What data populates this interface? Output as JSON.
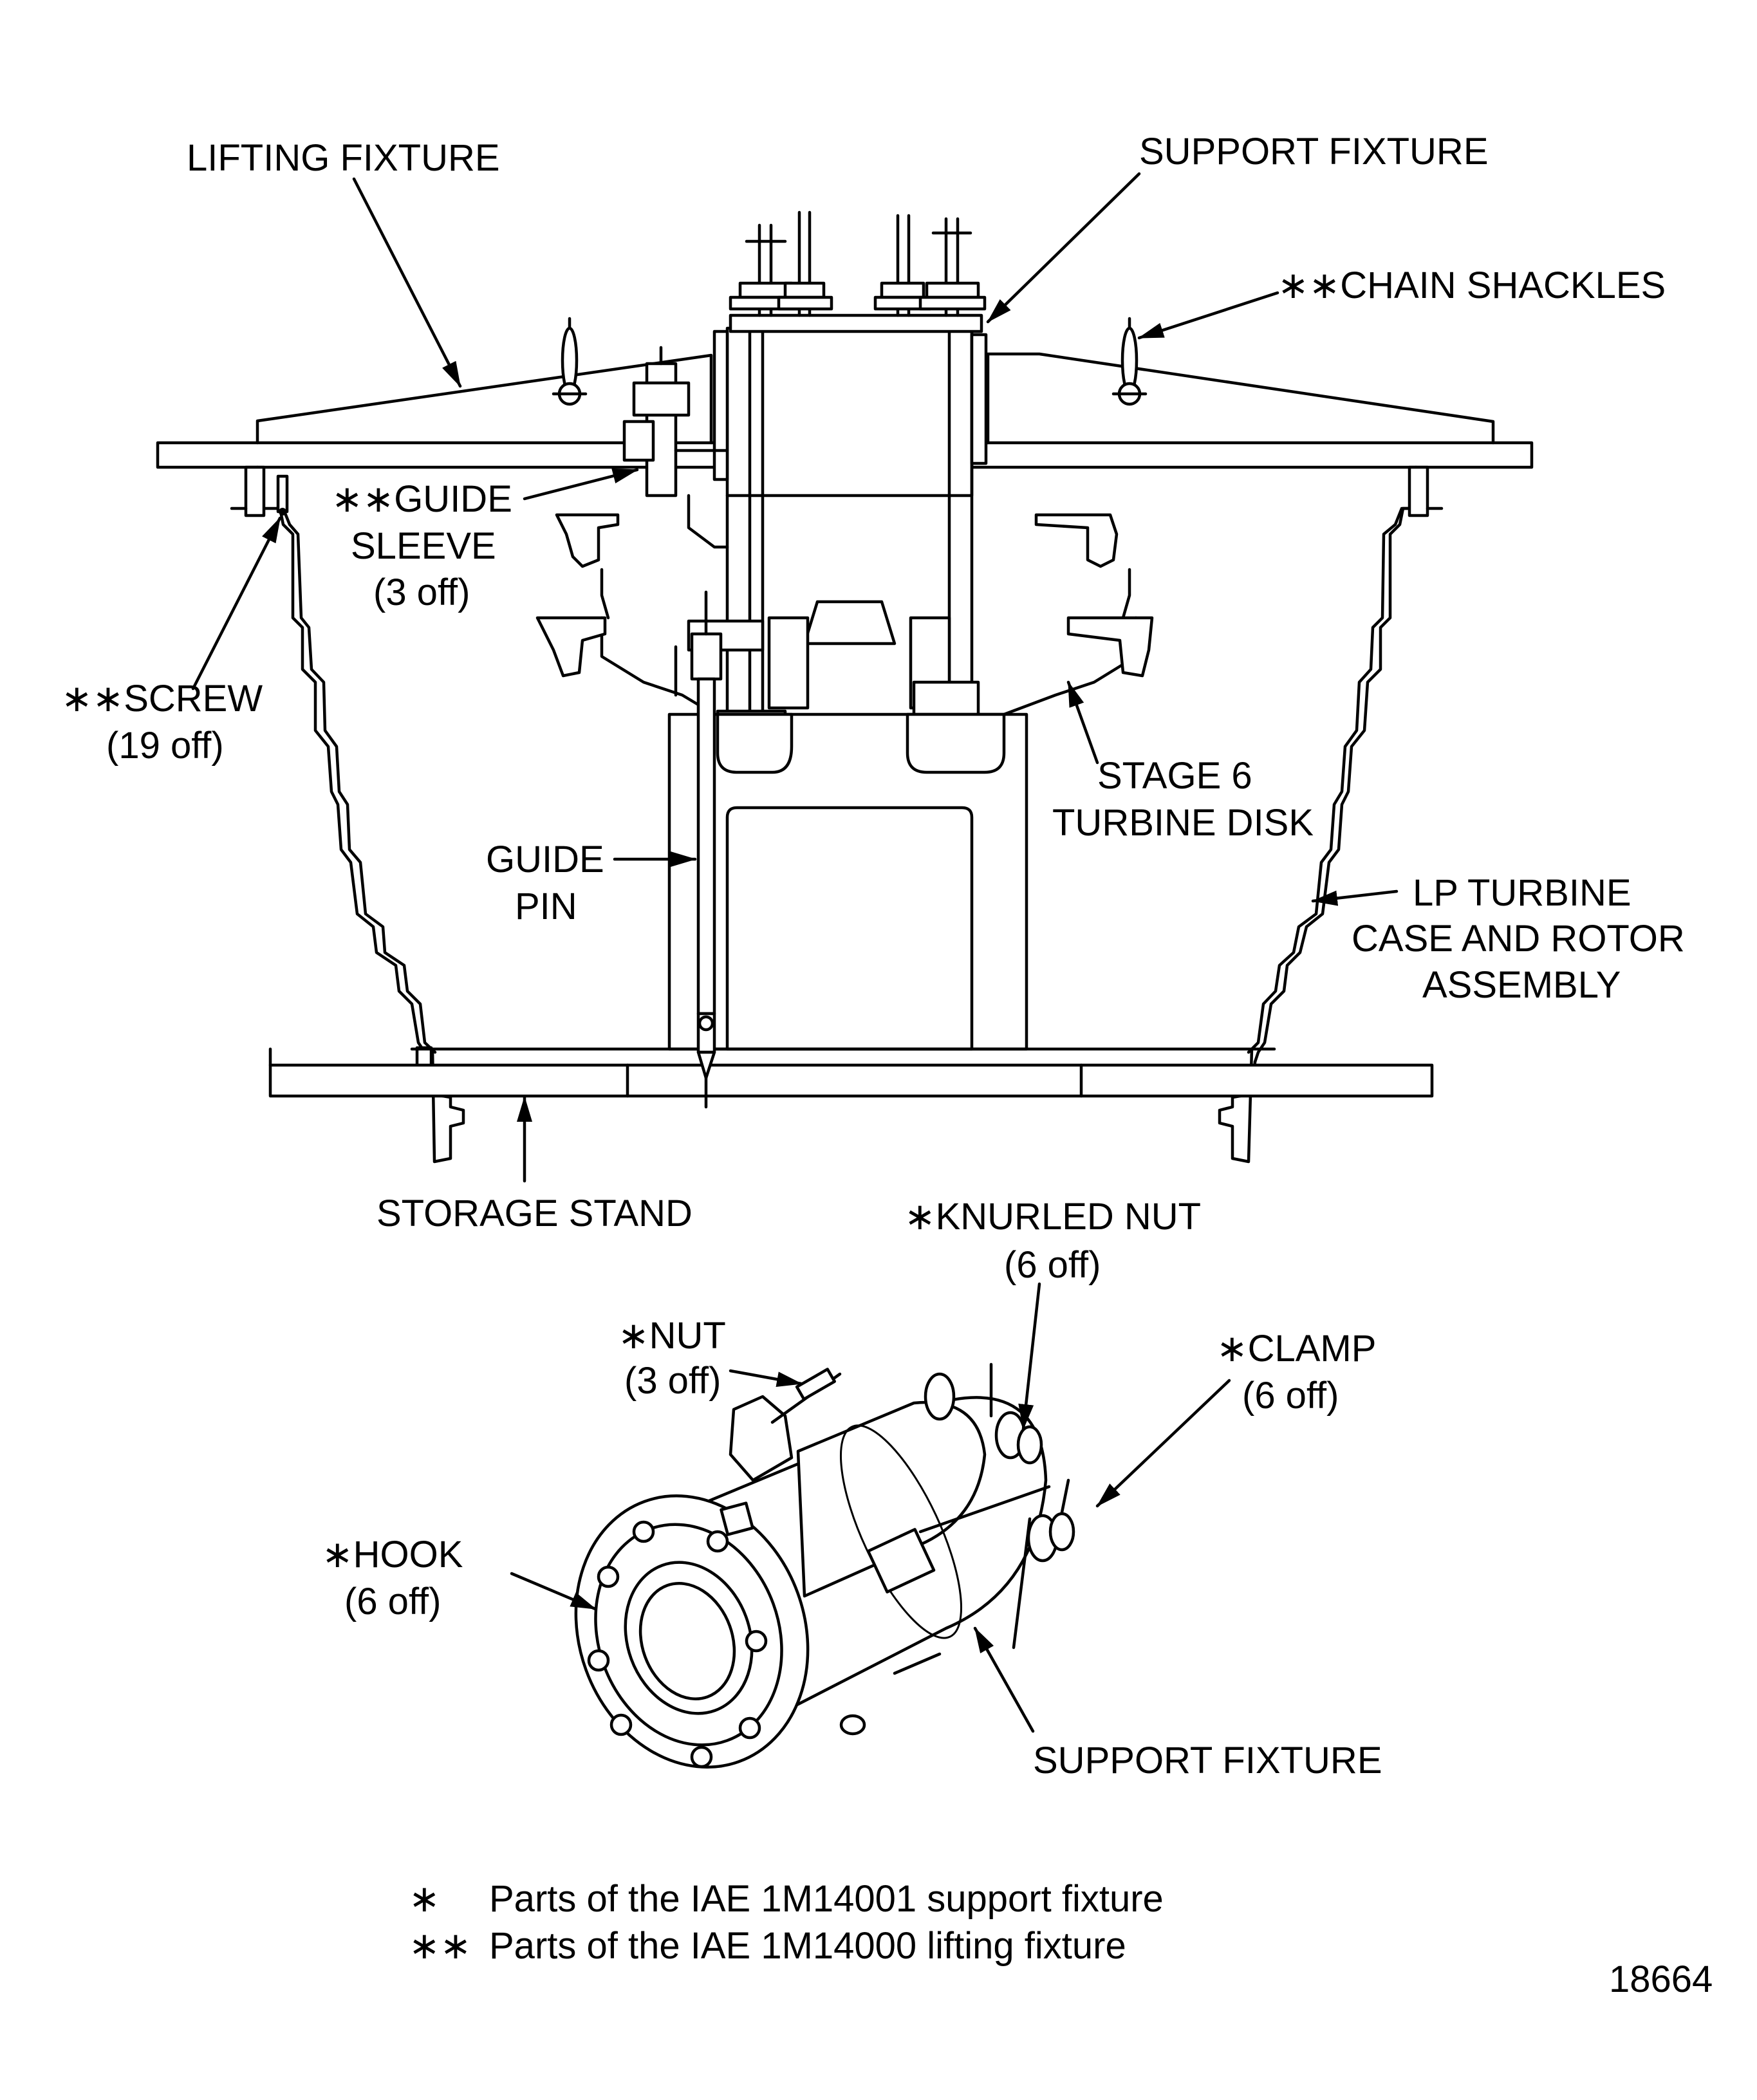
{
  "labels": {
    "lifting_fixture": "LIFTING FIXTURE",
    "support_fixture_top": "SUPPORT FIXTURE",
    "chain_shackles": "∗∗CHAIN SHACKLES",
    "guide_sleeve": [
      "∗∗GUIDE",
      "SLEEVE",
      "(3 off)"
    ],
    "screw": [
      "∗∗SCREW",
      "(19 off)"
    ],
    "stage6_disk": [
      "STAGE 6",
      "TURBINE DISK"
    ],
    "guide_pin": [
      "GUIDE",
      "PIN"
    ],
    "lp_turbine": [
      "LP TURBINE",
      "CASE AND ROTOR",
      "ASSEMBLY"
    ],
    "storage_stand": "STORAGE STAND",
    "knurled_nut": [
      "∗KNURLED NUT",
      "(6 off)"
    ],
    "nut": [
      "∗NUT",
      "(3 off)"
    ],
    "clamp": [
      "∗CLAMP",
      "(6 off)"
    ],
    "hook": [
      "∗HOOK",
      "(6 off)"
    ],
    "support_fixture_bottom": "SUPPORT FIXTURE"
  },
  "legend": [
    {
      "marker": "∗",
      "text": "Parts of the IAE 1M14001 support fixture"
    },
    {
      "marker": "∗∗",
      "text": "Parts of the IAE 1M14000 lifting fixture"
    }
  ],
  "figure_number": "18664"
}
